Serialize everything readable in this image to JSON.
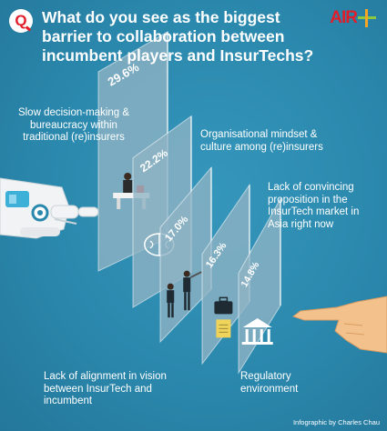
{
  "header": {
    "title": "What do you see as the biggest barrier to collaboration between incumbent players and InsurTechs?",
    "badge": "Q",
    "logo_text": "AIR"
  },
  "colors": {
    "background": "#2b88ad",
    "panel": "#8fb4c4",
    "brand_red": "#e01e2b",
    "plus_green": "#8dc63f",
    "plus_orange": "#f5a623"
  },
  "chart_data": {
    "type": "bar",
    "categories": [
      "Slow decision-making & bureaucracy within traditional (re)insurers",
      "Organisational mindset & culture among (re)insurers",
      "Lack of alignment in vision between InsurTech and incumbent",
      "Lack of convincing proposition in the InsurTech market in Asia right now",
      "Regulatory environment"
    ],
    "values": [
      29.6,
      22.2,
      17.0,
      16.3,
      14.8
    ],
    "value_labels": [
      "29.6%",
      "22.2%",
      "17.0%",
      "16.3%",
      "14.8%"
    ],
    "icons": [
      "office-desk-icon",
      "brain-icon",
      "businessmen-telescope-icon",
      "briefcase-document-icon",
      "government-building-icon"
    ],
    "ylim": [
      0,
      30
    ]
  },
  "credit": "Infographic by Charles Chau"
}
